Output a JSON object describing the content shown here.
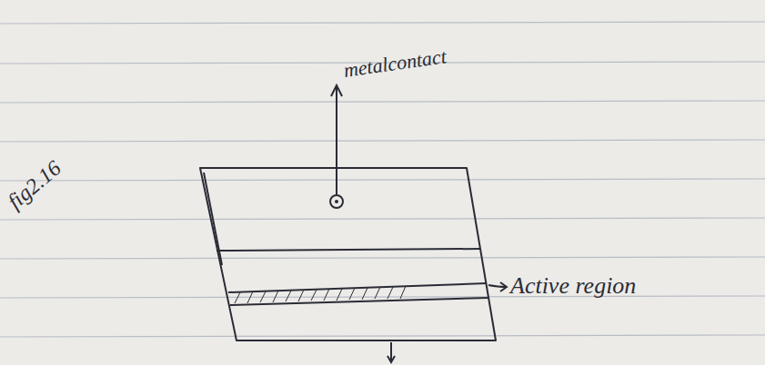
{
  "diagram": {
    "labels": [
      "metalcontact",
      "Active region",
      "fig2.16"
    ]
  }
}
